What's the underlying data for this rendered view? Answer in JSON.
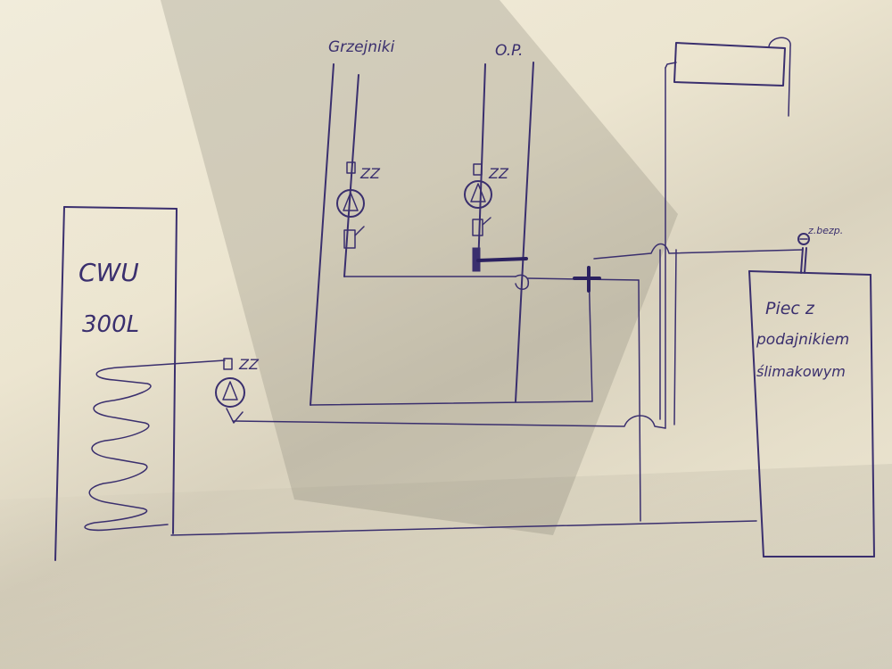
{
  "labels": {
    "radiators": "Grzejniki",
    "floor_heating": "O.P.",
    "tank_name": "CWU",
    "tank_volume": "300L",
    "boiler_line1": "Piec z",
    "boiler_line2": "podajnikiem",
    "boiler_line3": "ślimakowym",
    "safety_valve": "z.bezp.",
    "pump_radiators": "ZZ",
    "pump_floor": "ZZ",
    "pump_tank": "ZZ"
  },
  "colors": {
    "ink": "#3a2f6e",
    "paper": "#ece6d4"
  }
}
